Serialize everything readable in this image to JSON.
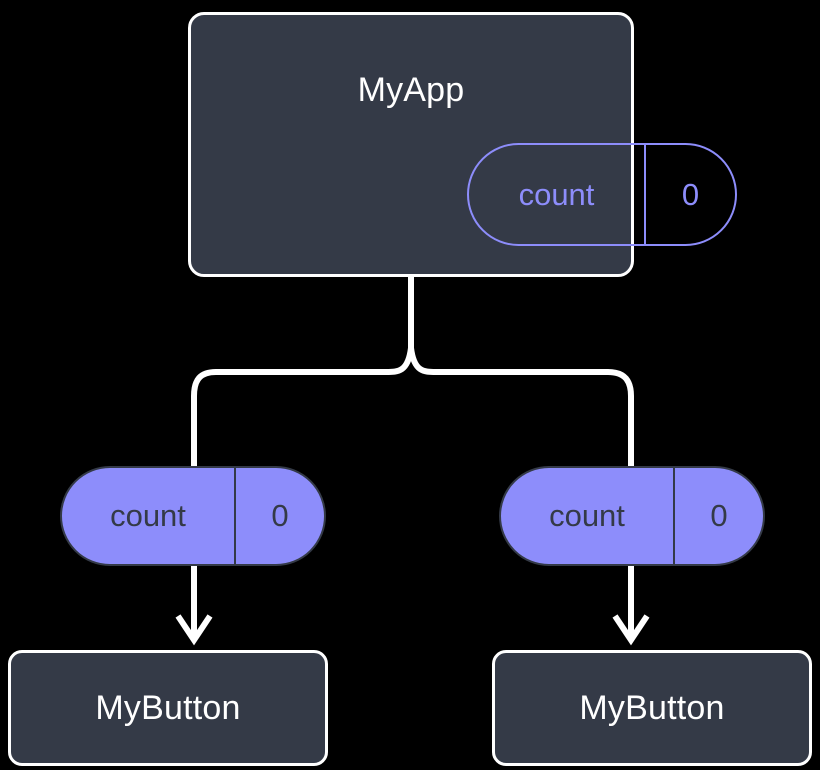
{
  "diagram": {
    "type": "widget-tree",
    "background_color": "#000000",
    "edge_color": "#ffffff",
    "box_fill_color": "#343a47",
    "pill_accent_color": "#8d8dfb",
    "root": {
      "title": "MyApp",
      "state": {
        "key": "count",
        "value": "0"
      }
    },
    "propagated": [
      {
        "key": "count",
        "value": "0"
      },
      {
        "key": "count",
        "value": "0"
      }
    ],
    "leaves": [
      {
        "title": "MyButton"
      },
      {
        "title": "MyButton"
      }
    ]
  }
}
